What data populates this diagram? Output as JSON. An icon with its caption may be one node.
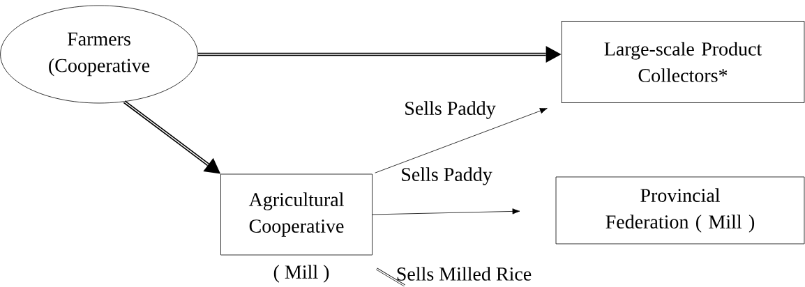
{
  "diagram": {
    "nodes": [
      {
        "text": [
          "Farmers (Cooperative"
        ]
      },
      {
        "text": [
          "Large-scale Product Collectors*"
        ]
      },
      {
        "text": [
          "Agricultural Cooperative"
        ]
      },
      {
        "text": [
          "Provincial Federation ( Mill )"
        ]
      }
    ],
    "edges": [
      {
        "from": 0,
        "to": 1,
        "arrow": "to",
        "style": "thick"
      },
      {
        "from": 0,
        "to": 2,
        "arrow": "to",
        "style": "thick"
      },
      {
        "from": 2,
        "to": 1,
        "arrow": "to",
        "label": "Sells Paddy"
      },
      {
        "from": 2,
        "to": 3,
        "arrow": "to",
        "label": "Sells Paddy"
      }
    ],
    "labels": [
      "( Mill )",
      "Sells Milled Rice"
    ]
  }
}
